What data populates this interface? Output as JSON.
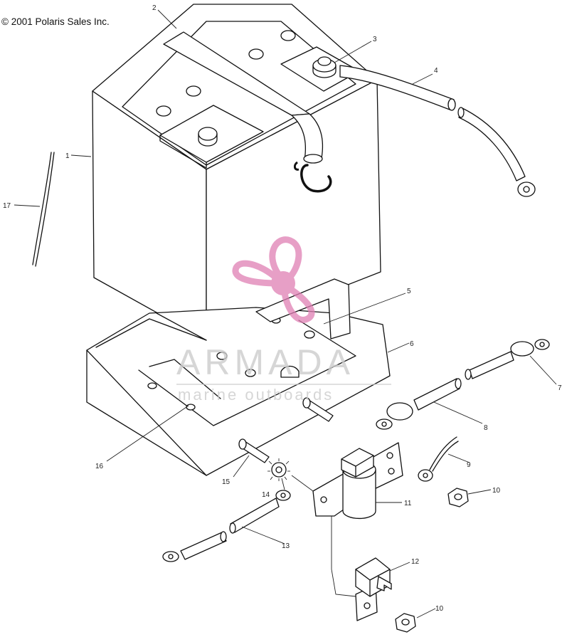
{
  "copyright": "© 2001 Polaris Sales Inc.",
  "watermark": {
    "brand": "ARMADA",
    "tagline": "marine outboards",
    "logo_color": "#e07fb4",
    "text_color": "#c8c8c8"
  },
  "callouts": [
    "1",
    "2",
    "3",
    "4",
    "5",
    "6",
    "7",
    "8",
    "9",
    "10",
    "11",
    "12",
    "13",
    "14",
    "15",
    "16",
    "17",
    "10"
  ]
}
